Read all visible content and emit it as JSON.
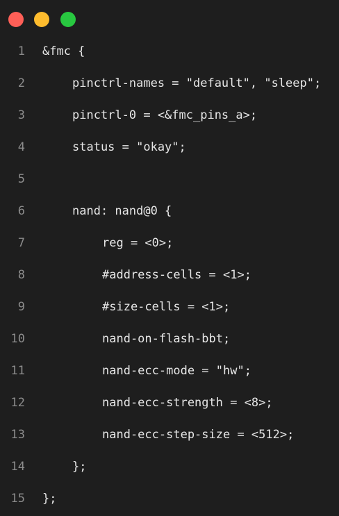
{
  "window": {
    "controls": [
      {
        "name": "close",
        "color": "#ff5f57"
      },
      {
        "name": "minimize",
        "color": "#febc2e"
      },
      {
        "name": "maximize",
        "color": "#28c840"
      }
    ]
  },
  "editor": {
    "lines": [
      {
        "number": "1",
        "indent": 0,
        "text": "&fmc {"
      },
      {
        "number": "2",
        "indent": 1,
        "text": "pinctrl-names = \"default\", \"sleep\";"
      },
      {
        "number": "3",
        "indent": 1,
        "text": "pinctrl-0 = <&fmc_pins_a>;"
      },
      {
        "number": "4",
        "indent": 1,
        "text": "status = \"okay\";"
      },
      {
        "number": "5",
        "indent": 0,
        "text": ""
      },
      {
        "number": "6",
        "indent": 1,
        "text": "nand: nand@0 {"
      },
      {
        "number": "7",
        "indent": 2,
        "text": "reg = <0>;"
      },
      {
        "number": "8",
        "indent": 2,
        "text": "#address-cells = <1>;"
      },
      {
        "number": "9",
        "indent": 2,
        "text": "#size-cells = <1>;"
      },
      {
        "number": "10",
        "indent": 2,
        "text": "nand-on-flash-bbt;"
      },
      {
        "number": "11",
        "indent": 2,
        "text": "nand-ecc-mode = \"hw\";"
      },
      {
        "number": "12",
        "indent": 2,
        "text": "nand-ecc-strength = <8>;"
      },
      {
        "number": "13",
        "indent": 2,
        "text": "nand-ecc-step-size = <512>;"
      },
      {
        "number": "14",
        "indent": 1,
        "text": "};"
      },
      {
        "number": "15",
        "indent": 0,
        "text": "};"
      }
    ]
  }
}
